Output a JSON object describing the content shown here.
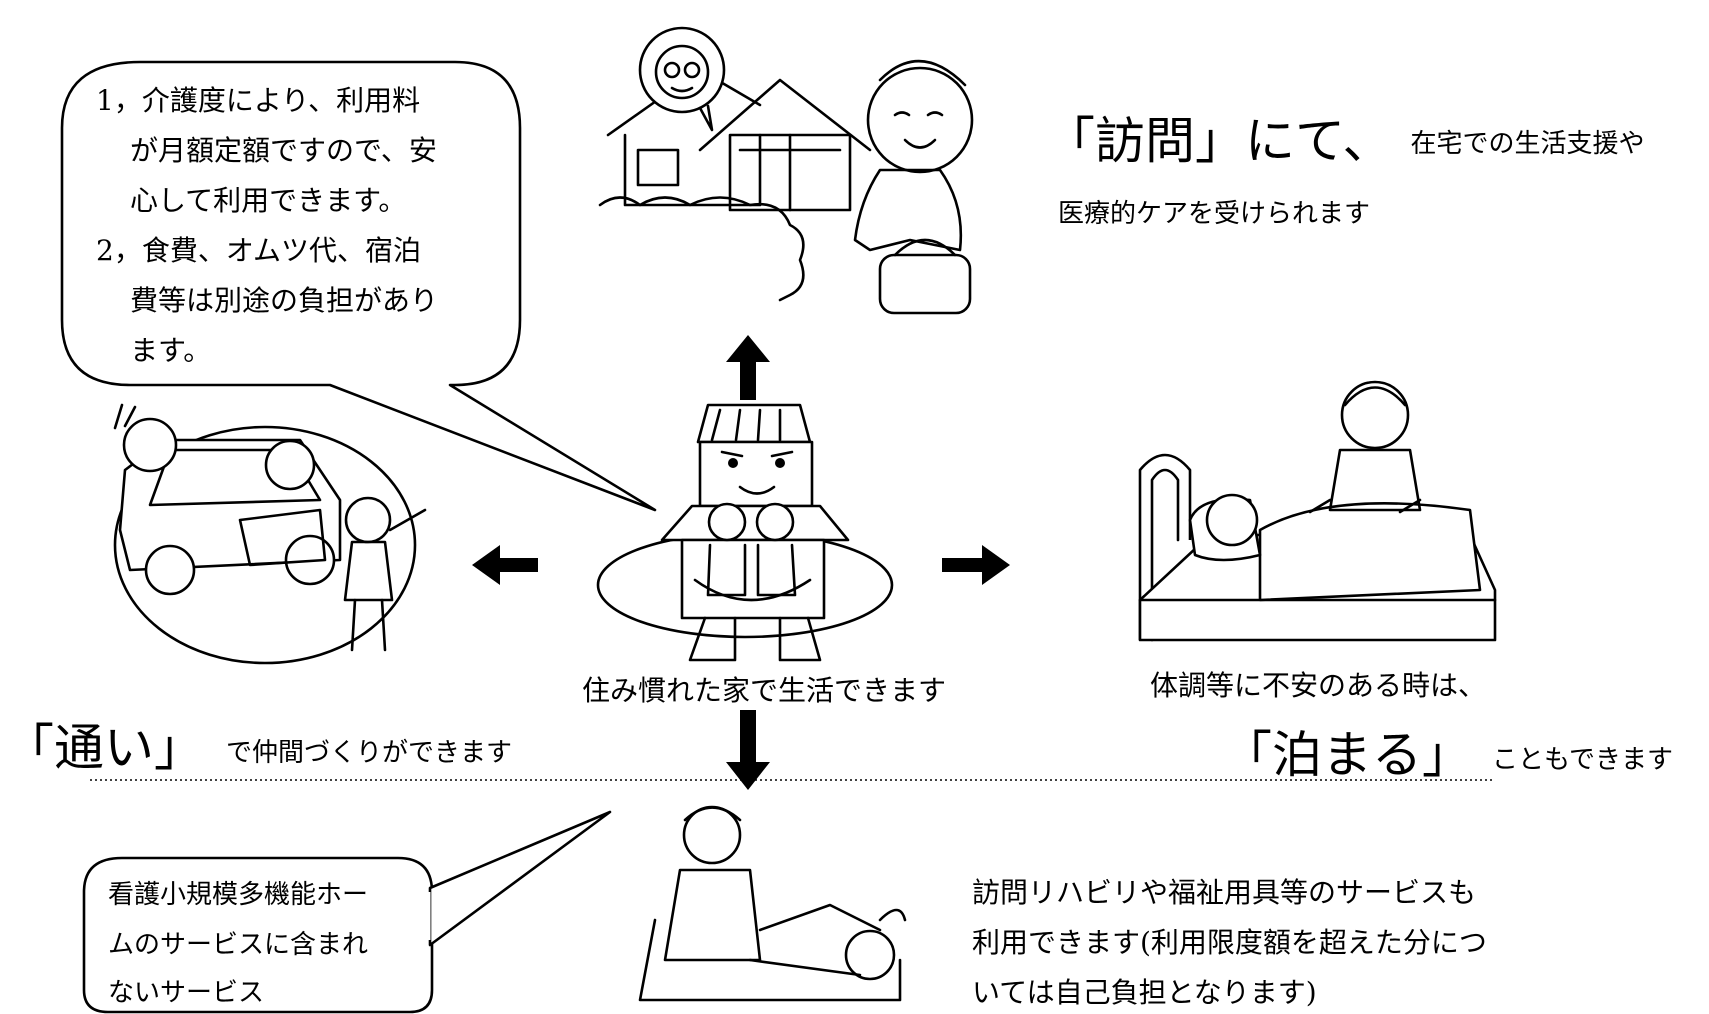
{
  "speech_bubble_top": {
    "lines": [
      "1，介護度により、利用料",
      "が月額定額ですので、安",
      "心して利用できます。",
      "2，食費、オムツ代、宿泊",
      "費等は別途の負担があり",
      "ます。"
    ]
  },
  "visit": {
    "big": "「訪問」にて、",
    "small": "在宅での生活支援や",
    "line2": "医療的ケアを受けられます"
  },
  "center": {
    "caption": "住み慣れた家で生活できます"
  },
  "commute": {
    "big": "「通い」",
    "small": "で仲間づくりができます"
  },
  "stay": {
    "line1": "体調等に不安のある時は、",
    "big": "「泊まる」",
    "small": "こともできます"
  },
  "speech_bubble_bottom": {
    "lines": [
      "看護小規模多機能ホー",
      "ムのサービスに含まれ",
      "ないサービス"
    ]
  },
  "other_services": {
    "lines": [
      "訪問リハビリや福祉用具等のサービスも",
      "利用できます(利用限度額を超えた分につ",
      "いては自己負担となります)"
    ]
  }
}
